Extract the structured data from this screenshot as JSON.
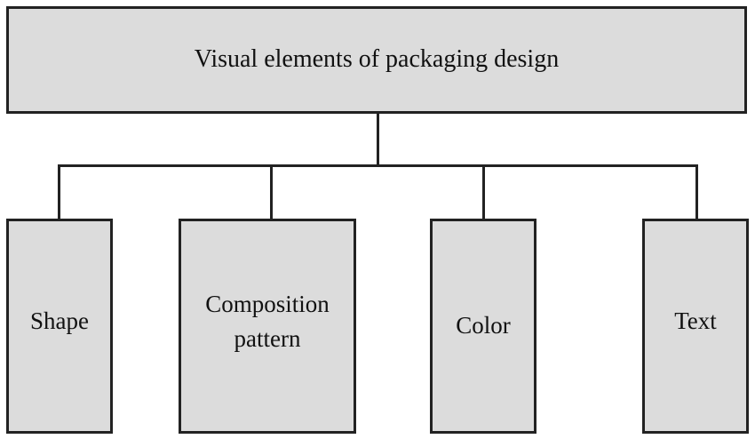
{
  "root": {
    "label": "Visual elements of packaging design"
  },
  "children": [
    {
      "label": "Shape"
    },
    {
      "label": "Composition pattern"
    },
    {
      "label": "Color"
    },
    {
      "label": "Text"
    }
  ]
}
